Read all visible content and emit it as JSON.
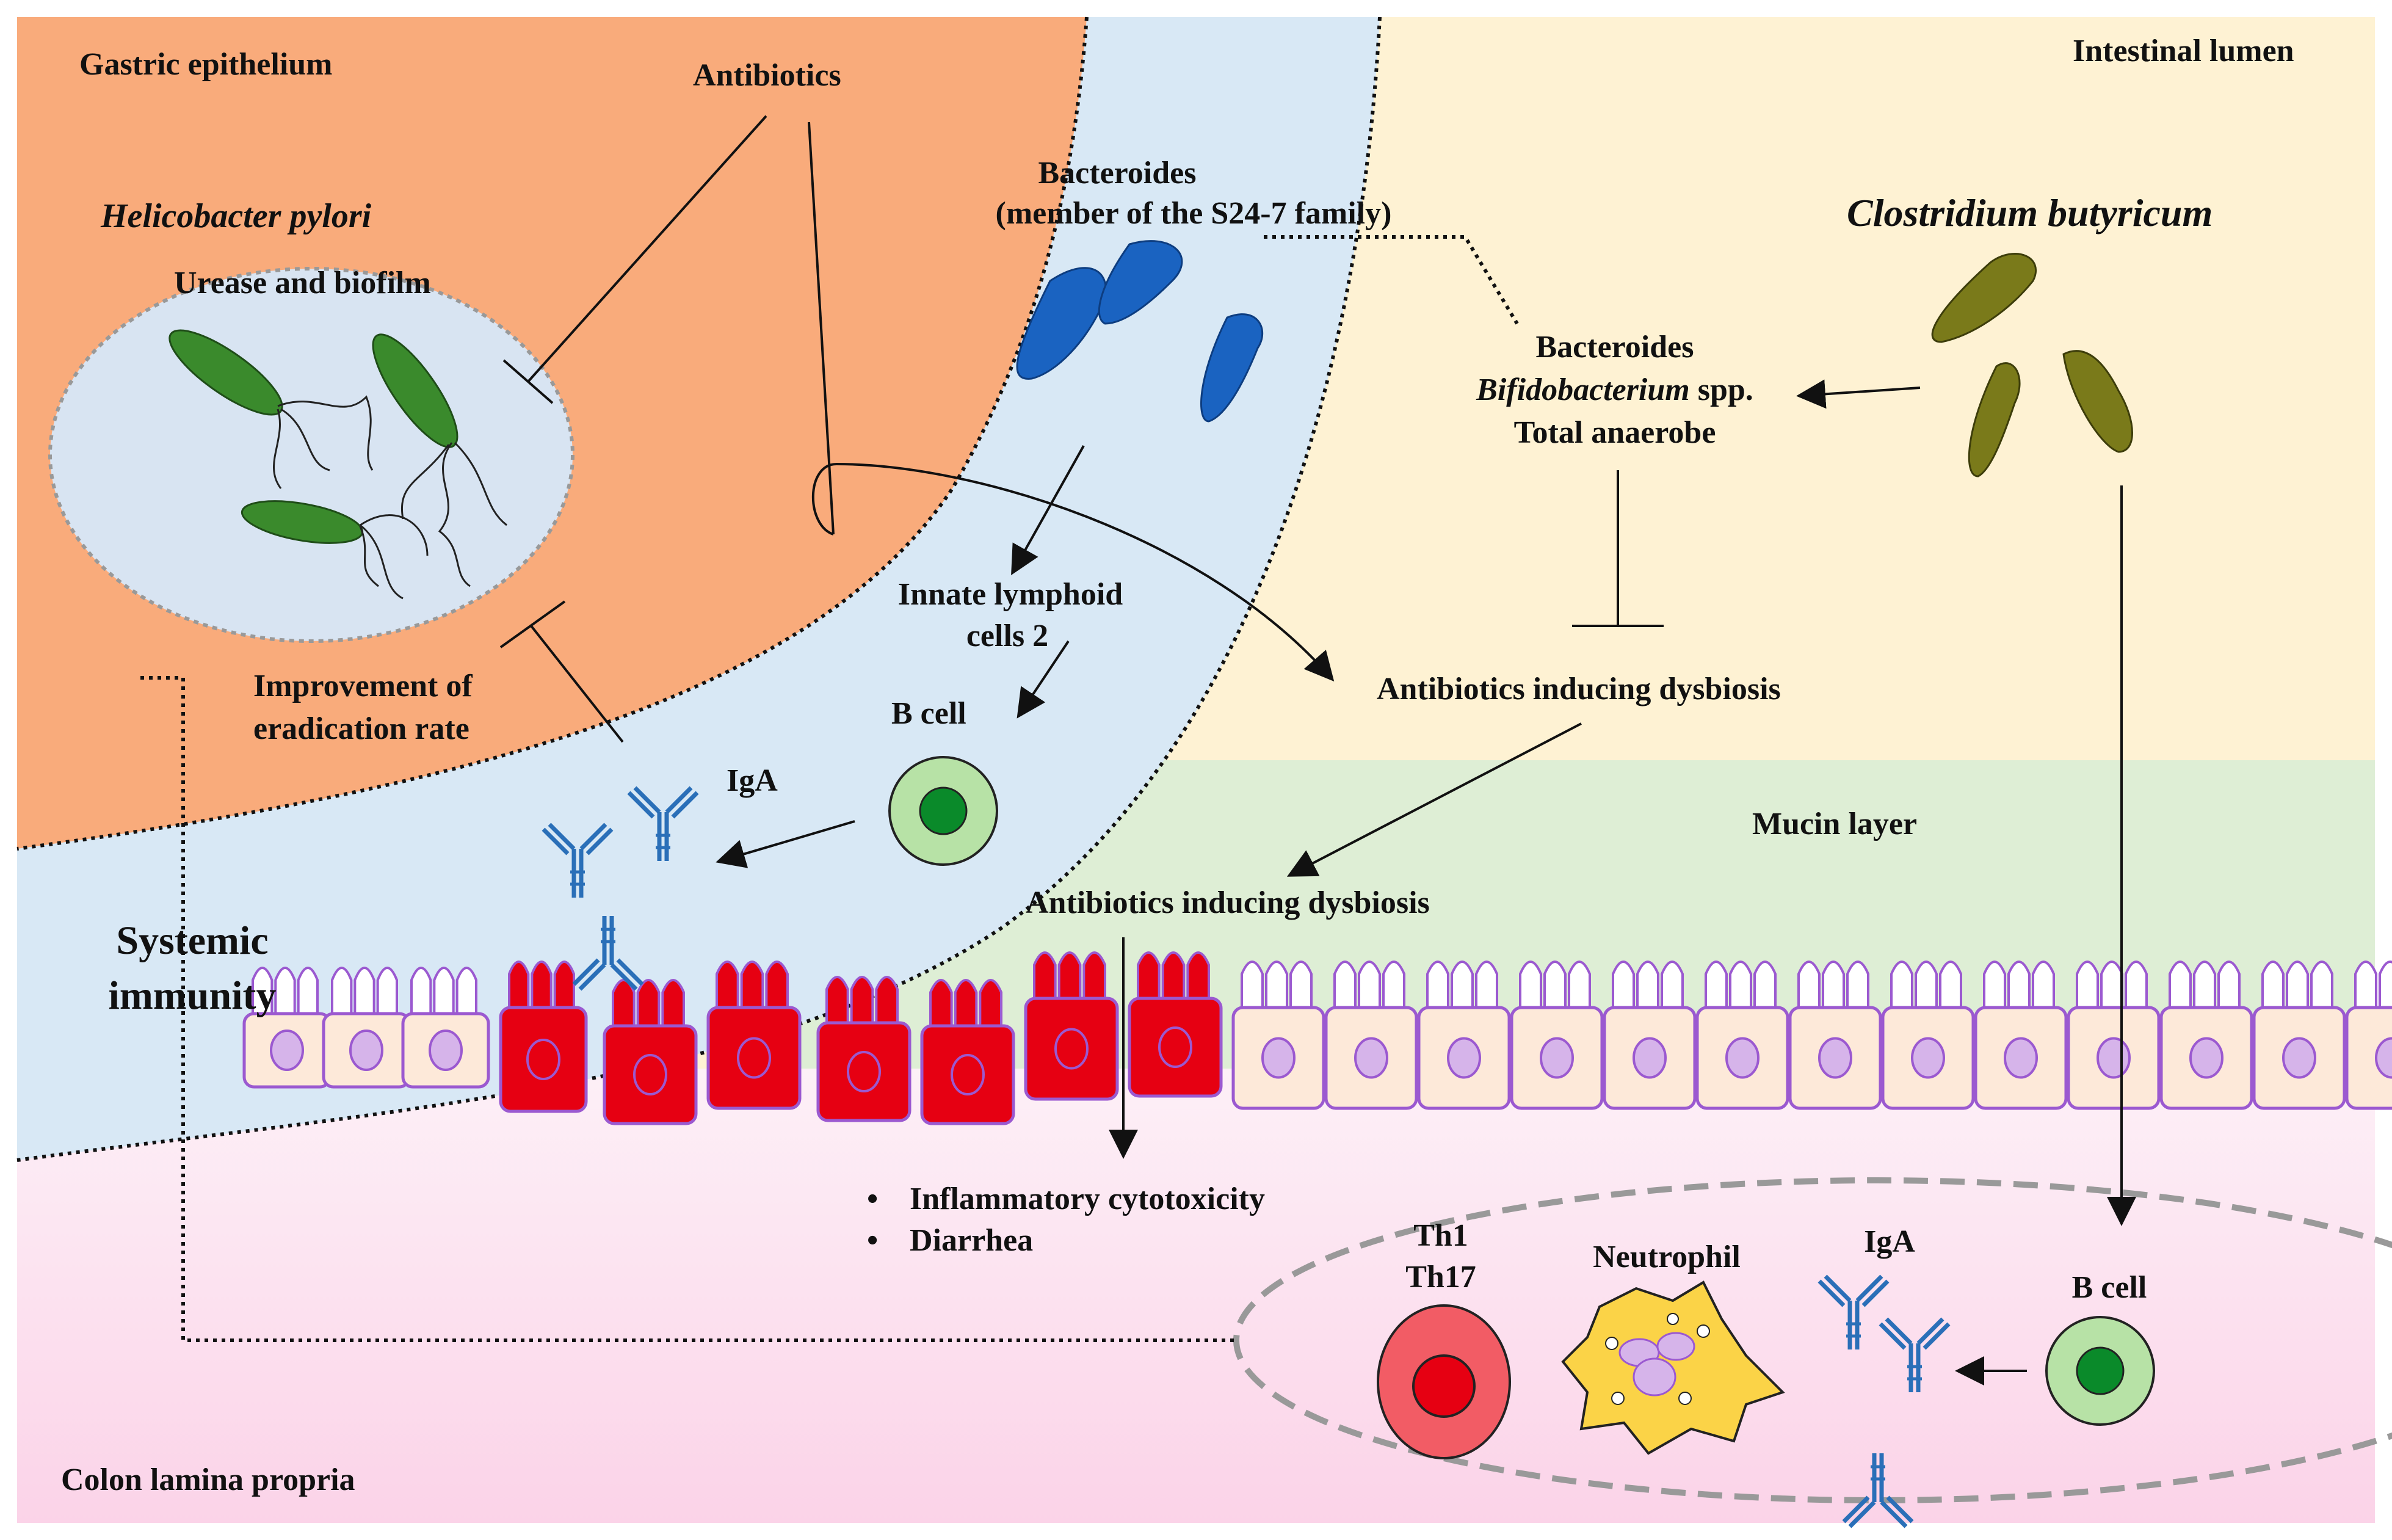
{
  "regions": {
    "gastric": "Gastric epithelium",
    "lumen": "Intestinal lumen",
    "mucin": "Mucin layer",
    "lamina": "Colon lamina propria"
  },
  "pylori": {
    "title": "Helicobacter pylori",
    "subtitle": "Urease and biofilm"
  },
  "antibiotics": "Antibiotics",
  "bacteroides": {
    "line1": "Bacteroides",
    "line2": "(member of the S24-7 family)"
  },
  "clostridium": "Clostridium butyricum",
  "microbes": {
    "line1": "Bacteroides",
    "line2_italic": "Bifidobacterium",
    "line2_rest": " spp.",
    "line3": "Total anaerobe"
  },
  "ilc": {
    "line1": "Innate lymphoid",
    "line2": "cells 2"
  },
  "bcell_top": "B cell",
  "iga_top": "IgA",
  "eradication": {
    "line1": "Improvement of",
    "line2": "eradication rate"
  },
  "systemic": {
    "line1": "Systemic",
    "line2": "immunity"
  },
  "dysbiosis_upper": "Antibiotics inducing dysbiosis",
  "dysbiosis_lower": "Antibiotics inducing dysbiosis",
  "outcomes": [
    "Inflammatory cytotoxicity",
    "Diarrhea"
  ],
  "immune": {
    "th1": "Th1",
    "th17": "Th17",
    "neutrophil": "Neutrophil",
    "iga": "IgA",
    "bcell": "B cell"
  },
  "colors": {
    "gastric": "#f9ab7b",
    "lumen": "#fef2d3",
    "mucin": "#deeed5",
    "lamina": "#fde0ef",
    "blue_region": "#d8e8f5",
    "bacteroides": "#1a63c1",
    "pylori": "#3a8a2c",
    "clostridium": "#7a7a1a",
    "damaged_cell": "#e60012",
    "cell_border": "#9b59d0"
  }
}
